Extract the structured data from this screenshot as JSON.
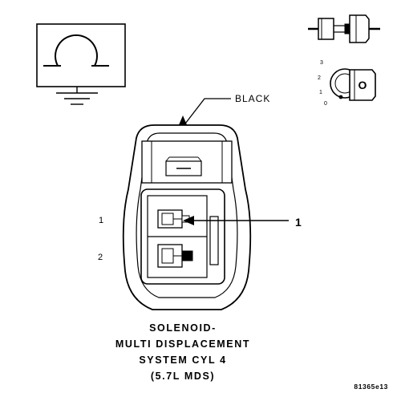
{
  "diagram": {
    "wire_color_label": "BLACK",
    "pin_labels": [
      "1",
      "2"
    ],
    "callout_number": "1",
    "title_lines": [
      "SOLENOID-",
      "MULTI DISPLACEMENT",
      "SYSTEM CYL 4",
      "(5.7L MDS)"
    ],
    "figure_id": "81365e13",
    "ignition_key": {
      "positions": [
        "3",
        "2",
        "1",
        "0"
      ],
      "key_face_label": "O"
    }
  }
}
